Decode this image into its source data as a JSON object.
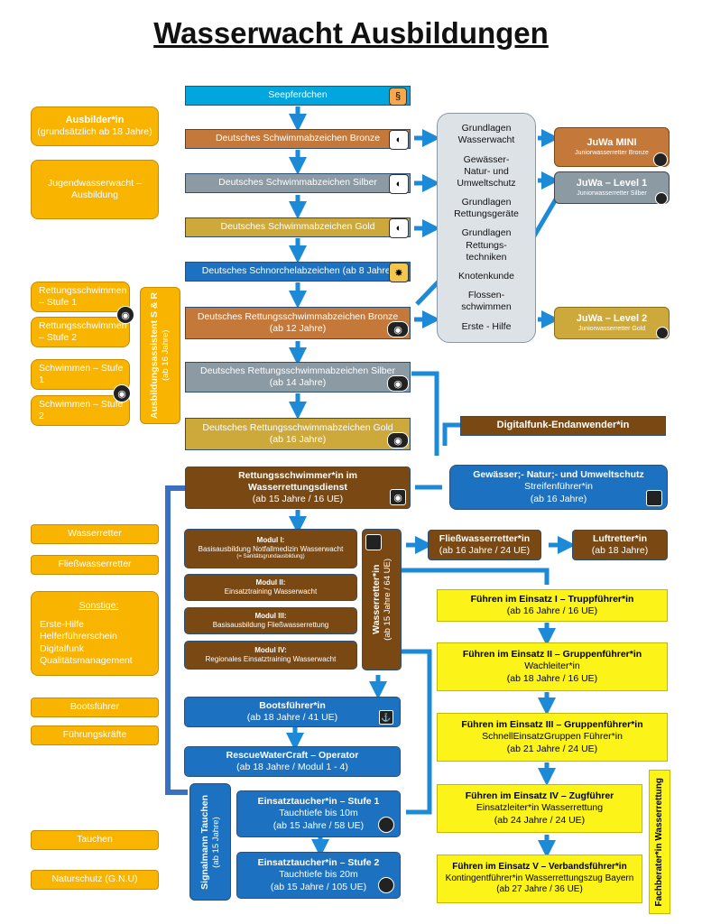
{
  "title": "Wasserwacht Ausbildungen",
  "left": {
    "ausbilder_title": "Ausbilder*in",
    "ausbilder_sub": "(grundsätzlich ab 18 Jahre)",
    "jugend": "Jugendwasserwacht – Ausbildung",
    "rs1": "Rettungsschwimmen – Stufe 1",
    "rs2": "Rettungsschwimmen – Stufe 2",
    "sw1": "Schwimmen – Stufe 1",
    "sw2": "Schwimmen – Stufe 2",
    "assist_title": "Ausbildungsassistent S & R",
    "assist_sub": "(ab 16 Jahre)",
    "wasserretter": "Wasserretter",
    "fliess": "Fließwasserretter",
    "sonstige_title": "Sonstige:",
    "sonstige_items": [
      "Erste-Hilfe",
      "Helferführerschein",
      "Digitalfunk",
      "Qualitätsmanagement"
    ],
    "boots": "Bootsführer",
    "fuehrung": "Führungskräfte",
    "tauchen": "Tauchen",
    "natur": "Naturschutz (G.N.U)"
  },
  "center": {
    "seepferdchen": "Seepferdchen",
    "bronze": "Deutsches Schwimmabzeichen Bronze",
    "silber": "Deutsches Schwimmabzeichen Silber",
    "gold": "Deutsches Schwimmabzeichen Gold",
    "schnorchel": "Deutsches Schnorchelabzeichen (ab 8 Jahre)",
    "drsa_bronze": "Deutsches Rettungsschwimmabzeichen Bronze",
    "drsa_bronze_age": "(ab 12 Jahre)",
    "drsa_silber": "Deutsches Rettungsschwimmabzeichen Silber",
    "drsa_silber_age": "(ab 14 Jahre)",
    "drsa_gold": "Deutsches Rettungsschwimmabzeichen Gold",
    "drsa_gold_age": "(ab 16 Jahre)",
    "rs_dienst_title": "Rettungsschwimmer*in im Wasserrettungsdienst",
    "rs_dienst_sub": "(ab 15 Jahre / 16 UE)"
  },
  "grundlagen": [
    "Grundlagen Wasserwacht",
    "Gewässer- Natur- und Umweltschutz",
    "Grundlagen Rettungsgeräte",
    "Grundlagen Rettungs- techniken",
    "Knotenkunde",
    "Flossen- schwimmen",
    "Erste - Hilfe"
  ],
  "juwa": {
    "mini_title": "JuWa MINI",
    "mini_sub": "Juniorwasserretter Bronze",
    "l1_title": "JuWa – Level 1",
    "l1_sub": "Juniorwasserretter Silber",
    "l2_title": "JuWa – Level 2",
    "l2_sub": "Juniorwasserretter Gold"
  },
  "digitalfunk": "Digitalfunk-Endanwender*in",
  "streife": {
    "title": "Gewässer;- Natur;- und Umweltschutz",
    "sub": "Streifenführer*in",
    "age": "(ab 16 Jahre)"
  },
  "module": [
    {
      "title": "Modul I:",
      "text": "Basisausbildung Notfallmedizin Wasserwacht",
      "note": "(= Sanitätsgrundausbildung)"
    },
    {
      "title": "Modul II:",
      "text": "Einsatztraining Wasserwacht",
      "note": ""
    },
    {
      "title": "Modul III:",
      "text": "Basisausbildung Fließwasserrettung",
      "note": ""
    },
    {
      "title": "Modul IV:",
      "text": "Regionales Einsatztraining Wasserwacht",
      "note": ""
    }
  ],
  "wasserretter_vertical": {
    "title": "Wasserretter*in",
    "sub": "(ab 15 Jahre / 64 UE)"
  },
  "fliesswasserretter": {
    "title": "Fließwasserretter*in",
    "sub": "(ab 16 Jahre / 24 UE)"
  },
  "luftretter": {
    "title": "Luftretter*in",
    "sub": "(ab 18 Jahre)"
  },
  "fuehren": [
    {
      "title": "Führen im Einsatz I – Truppführer*in",
      "line2": "",
      "line3": "(ab 16 Jahre / 16 UE)"
    },
    {
      "title": "Führen im Einsatz II – Gruppenführer*in",
      "line2": "Wachleiter*in",
      "line3": "(ab 18 Jahre / 16 UE)"
    },
    {
      "title": "Führen im Einsatz III – Gruppenführer*in",
      "line2": "SchnellEinsatzGruppen Führer*in",
      "line3": "(ab 21 Jahre / 24 UE)"
    },
    {
      "title": "Führen im Einsatz IV – Zugführer",
      "line2": "Einsatzleiter*in Wasserrettung",
      "line3": "(ab 24 Jahre / 24 UE)"
    },
    {
      "title": "Führen im Einsatz V – Verbandsführer*in",
      "line2": "Kontingentführer*in Wasserrettungszug Bayern",
      "line3": "(ab 27 Jahre / 36 UE)"
    }
  ],
  "fachberater": "Fachberater*in Wasserrettung",
  "bootsfuehrer": {
    "title": "Bootsführer*in",
    "sub": "(ab 18 Jahre / 41 UE)"
  },
  "rwc": {
    "title": "RescueWaterCraft – Operator",
    "sub": "(ab 18 Jahre / Modul 1 - 4)"
  },
  "signalmann": {
    "title": "Signalmann Tauchen",
    "sub": "(ab 15 Jahre)"
  },
  "taucher1": {
    "title": "Einsatztaucher*in – Stufe 1",
    "line2": "Tauchtiefe bis 10m",
    "line3": "(ab 15 Jahre / 58 UE)"
  },
  "taucher2": {
    "title": "Einsatztaucher*in – Stufe 2",
    "line2": "Tauchtiefe bis 20m",
    "line3": "(ab 15 Jahre / 105 UE)"
  },
  "colors": {
    "arrow": "#1c8ad6",
    "bracket": "#3a6fc4"
  }
}
